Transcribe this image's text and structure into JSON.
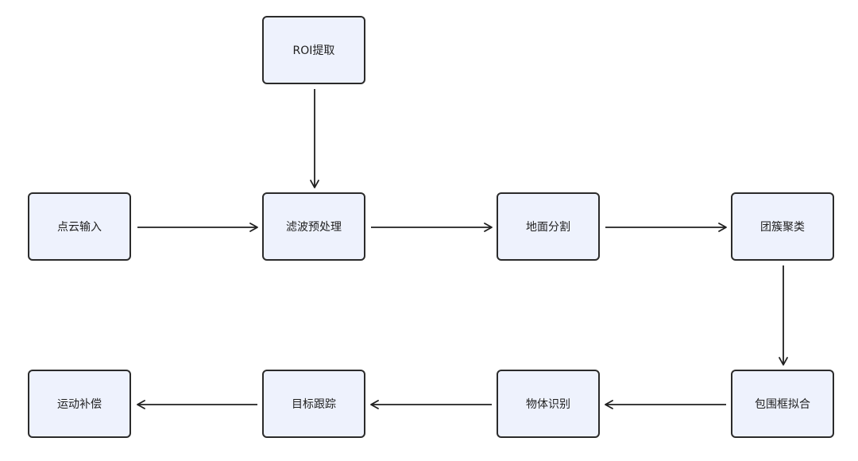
{
  "colors": {
    "node_fill": "#eef2fd",
    "node_border": "#2b2b2b",
    "arrow": "#1f1f1f"
  },
  "nodes": {
    "roi": "ROI提取",
    "input": "点云输入",
    "filter": "滤波预处理",
    "ground": "地面分割",
    "cluster": "团簇聚类",
    "bbox": "包围框拟合",
    "recognition": "物体识别",
    "tracking": "目标跟踪",
    "motion": "运动补偿"
  }
}
